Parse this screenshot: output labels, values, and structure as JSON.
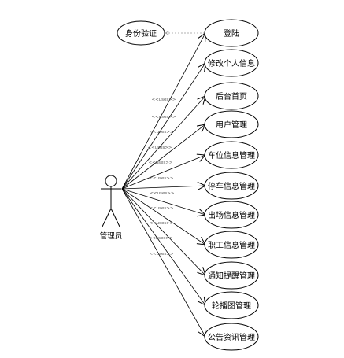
{
  "actor": {
    "label": "管理员"
  },
  "auth_usecase": {
    "label": "身份验证"
  },
  "include_label": "<<uses>>",
  "usecases": [
    {
      "label": "登陆"
    },
    {
      "label": "修改个人信息"
    },
    {
      "label": "后台首页"
    },
    {
      "label": "用户管理"
    },
    {
      "label": "车位信息管理"
    },
    {
      "label": "停车信息管理"
    },
    {
      "label": "出场信息管理"
    },
    {
      "label": "职工信息管理"
    },
    {
      "label": "通知提醒管理"
    },
    {
      "label": "轮播图管理"
    },
    {
      "label": "公告资讯管理"
    }
  ],
  "colors": {
    "line": "#000000",
    "dashed": "#999999",
    "label": "#555555"
  }
}
